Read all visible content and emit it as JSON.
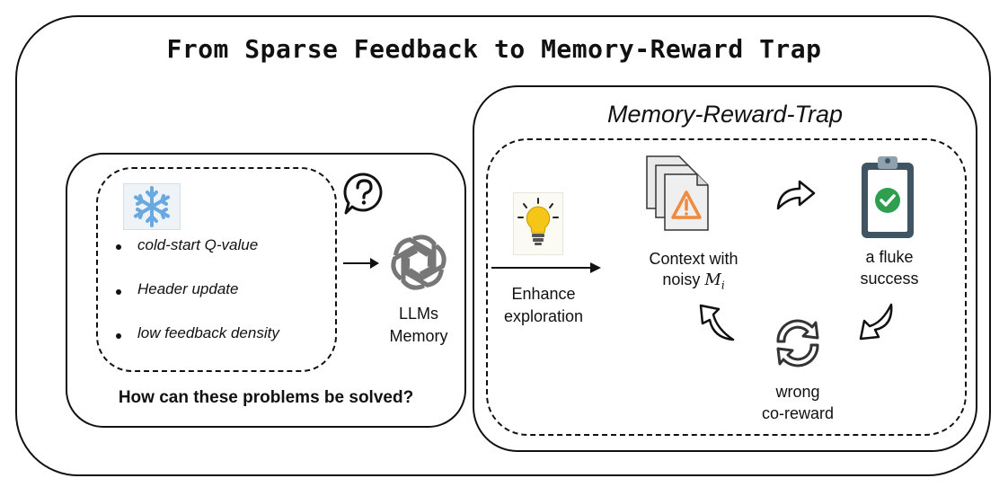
{
  "title": "From Sparse Feedback to Memory-Reward Trap",
  "left_panel": {
    "bullets": [
      "cold-start Q-value",
      "Header update",
      "low feedback density"
    ],
    "question": "How can these problems be solved?",
    "target_label_line1": "LLMs",
    "target_label_line2": "Memory",
    "icons": [
      "snowflake-icon",
      "question-bubble-icon",
      "openai-logo-icon"
    ]
  },
  "right_panel": {
    "title": "Memory-Reward-Trap",
    "enhance_line1": "Enhance",
    "enhance_line2": "exploration",
    "context_line1": "Context with",
    "context_line2_prefix": "noisy ",
    "context_math": "M",
    "context_math_sub": "i",
    "fluke_line1": "a fluke",
    "fluke_line2": "success",
    "wrong_line1": "wrong",
    "wrong_line2": "co-reward",
    "icons": [
      "lightbulb-icon",
      "warning-documents-icon",
      "clipboard-check-icon",
      "refresh-cycle-icon",
      "curved-arrow-icon"
    ]
  },
  "colors": {
    "snowflake": "#6aa8e0",
    "bulb": "#f5c518",
    "warning": "#f08a3c",
    "check": "#2e9e4f",
    "clipboard": "#3f5563"
  }
}
